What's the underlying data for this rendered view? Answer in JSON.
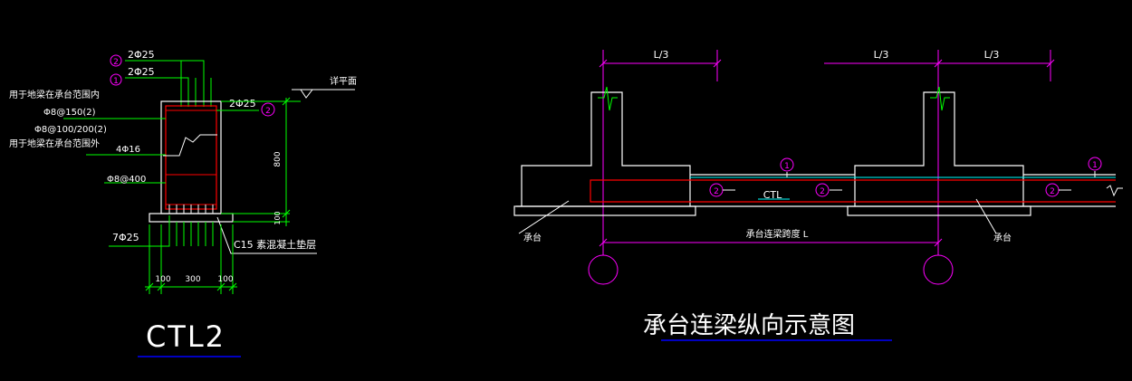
{
  "colors": {
    "background": "#000000",
    "white": "#ffffff",
    "green": "#00ff00",
    "magenta": "#ff00ff",
    "red": "#ff0000",
    "cyan": "#00ffff",
    "blue": "#0000ff"
  },
  "section": {
    "bar_top_2_label": "2Φ25",
    "bar_top_1_label": "2Φ25",
    "bar_side_label": "2Φ25",
    "tag_2": "2",
    "tag_1": "1",
    "stirrup_in_note": "用于地梁在承台范围内",
    "stirrup_in_spec": "Φ8@150(2)",
    "stirrup_out_spec": "Φ8@100/200(2)",
    "stirrup_out_note": "用于地梁在承台范围外",
    "side_bars": "4Φ16",
    "tie_bar": "Φ8@400",
    "bottom_bars": "7Φ25",
    "height_dim": "800",
    "pad_dim": "100",
    "level_label": "详平面",
    "cushion_label": "C15 素混凝土垫层",
    "width_dims": [
      "100",
      "300",
      "100"
    ],
    "title": "CTL2"
  },
  "elevation": {
    "dim_top_left": "L/3",
    "dim_top_mid": "L/3",
    "dim_top_right": "L/3",
    "beam_label": "CTL",
    "tag_1": "1",
    "tag_2": "2",
    "pile_cap_label": "承台",
    "clear_span_label": "承台连梁跨度 L",
    "title": "承台连梁纵向示意图"
  }
}
